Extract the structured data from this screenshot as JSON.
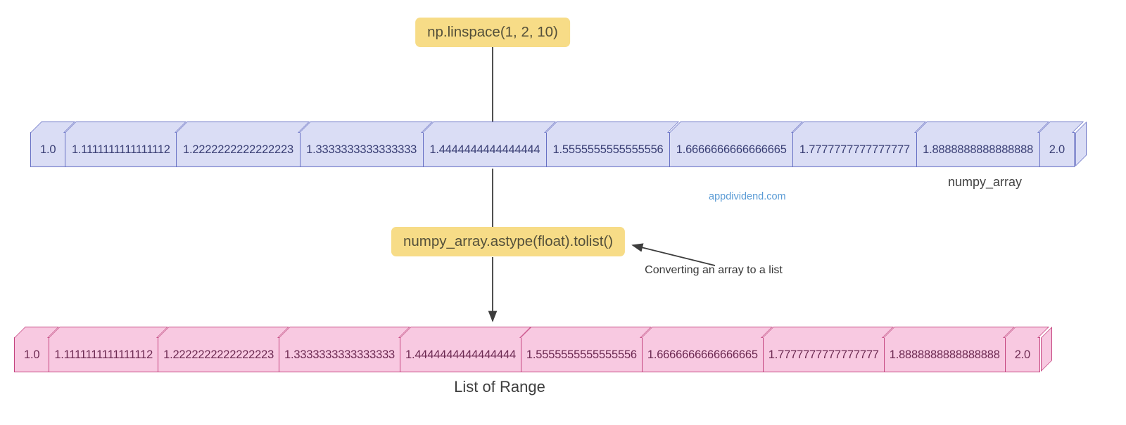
{
  "top_code": {
    "label": "np.linspace(1, 2, 10)"
  },
  "mid_code": {
    "label": "numpy_array.astype(float).tolist()"
  },
  "annotation": {
    "label": "Converting an array to a list"
  },
  "labels": {
    "numpy_array": "numpy_array",
    "list": "List of Range",
    "watermark": "appdividend.com"
  },
  "array_values": [
    "1.0",
    "1.1111111111111112",
    "1.2222222222222223",
    "1.3333333333333333",
    "1.4444444444444444",
    "1.5555555555555556",
    "1.6666666666666665",
    "1.7777777777777777",
    "1.8888888888888888",
    "2.0"
  ],
  "colors": {
    "yellow_box": "#F7DC87",
    "code_text": "#54503A",
    "numpy_fill": "#DADDF5",
    "numpy_border": "#6770C4",
    "numpy_text": "#3A3F75",
    "list_fill": "#F8C9E1",
    "list_border": "#C4447F",
    "list_text": "#6D2A52",
    "watermark_text": "#5A9BD5",
    "arrow": "#3D3D3D",
    "label_text": "#424242"
  }
}
